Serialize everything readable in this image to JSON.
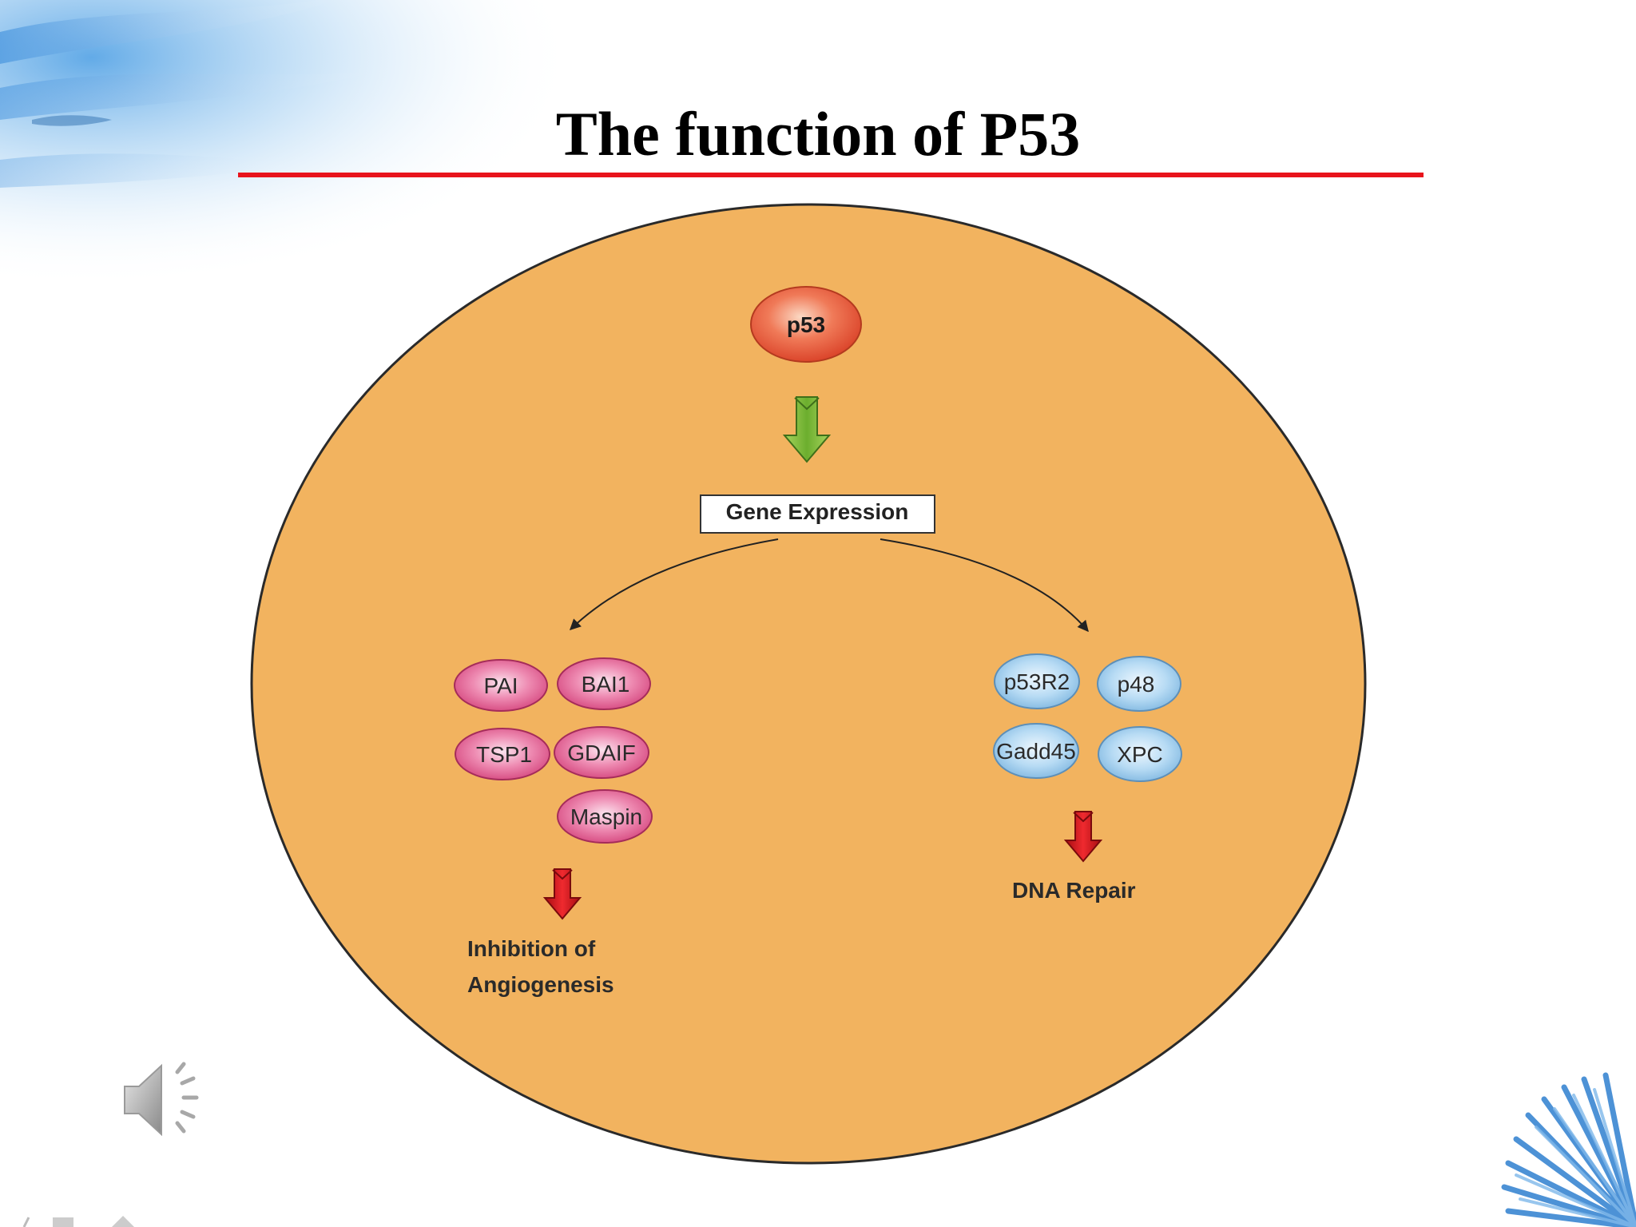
{
  "slide": {
    "title": "The function of P53"
  },
  "colors": {
    "cell_fill": "#f2b35f",
    "cell_stroke": "#2a2a2a",
    "title_rule": "#e8141c",
    "p53_node": "#e2553b",
    "pink_node": "#e0578f",
    "blue_node": "#8fc4e8",
    "green_arrow": "#7ab93a",
    "red_arrow": "#d7151c"
  },
  "diagram": {
    "root": {
      "label": "p53"
    },
    "gene_expression": {
      "label": "Gene Expression"
    },
    "left_branch": {
      "proteins": [
        "PAI",
        "BAI1",
        "TSP1",
        "GDAIF",
        "Maspin"
      ],
      "outcome_line1": "Inhibition of",
      "outcome_line2": "Angiogenesis"
    },
    "right_branch": {
      "proteins": [
        "p53R2",
        "p48",
        "Gadd45",
        "XPC"
      ],
      "outcome": "DNA Repair"
    }
  },
  "icons": {
    "audio": "speaker-icon"
  }
}
